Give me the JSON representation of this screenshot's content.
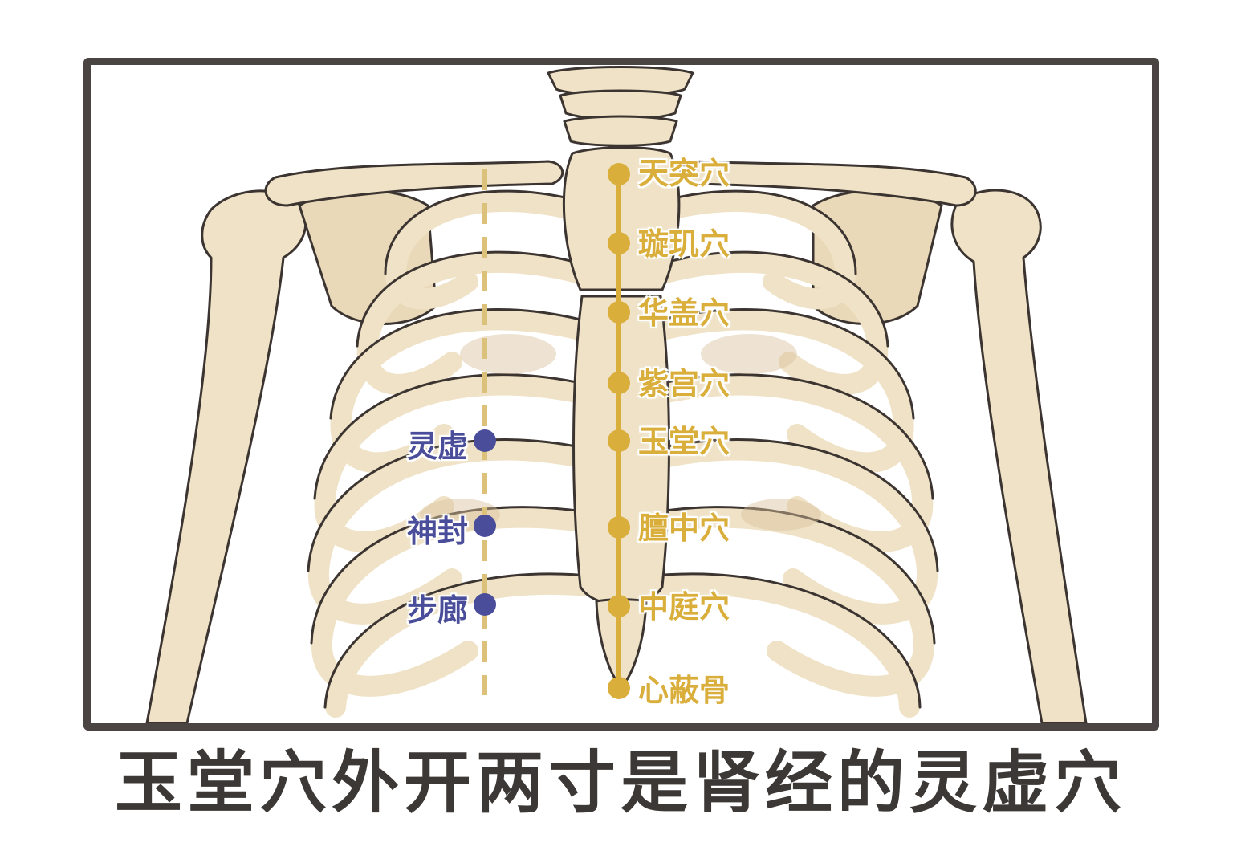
{
  "caption": "玉堂穴外开两寸是肾经的灵虚穴",
  "colors": {
    "ren_channel": "#d9ae3b",
    "kidney_channel": "#4a4e9a",
    "frame": "#4a4543",
    "bone": "#efe2c6"
  },
  "ren_points": [
    {
      "label": "天突穴"
    },
    {
      "label": "璇玑穴"
    },
    {
      "label": "华盖穴"
    },
    {
      "label": "紫宫穴"
    },
    {
      "label": "玉堂穴"
    },
    {
      "label": "膻中穴"
    },
    {
      "label": "中庭穴"
    },
    {
      "label": "心蔽骨"
    }
  ],
  "kidney_points": [
    {
      "label": "灵虚"
    },
    {
      "label": "神封"
    },
    {
      "label": "步廊"
    }
  ]
}
